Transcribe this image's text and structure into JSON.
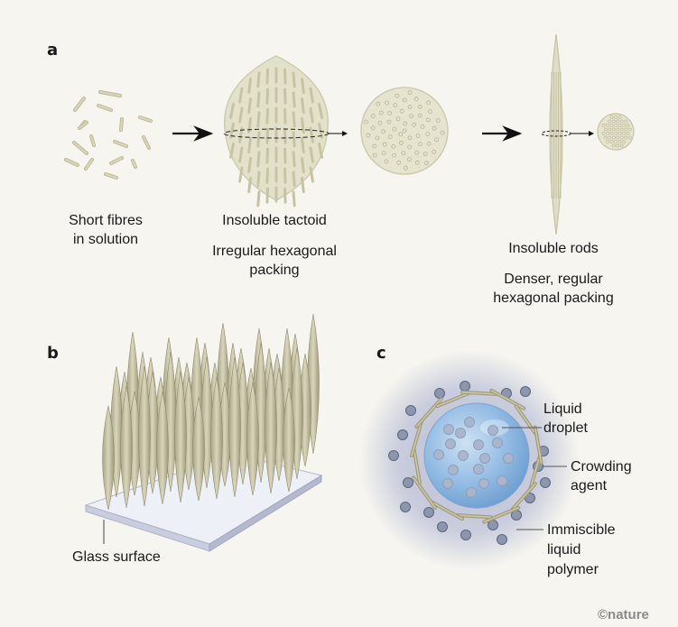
{
  "panels": {
    "a": "a",
    "b": "b",
    "c": "c"
  },
  "panel_a": {
    "stage1": {
      "line1": "Short fibres",
      "line2": "in solution"
    },
    "stage2": {
      "title": "Insoluble tactoid",
      "line1": "Irregular hexagonal",
      "line2": "packing"
    },
    "stage3": {
      "title": "Insoluble rods",
      "line1": "Denser, regular",
      "line2": "hexagonal packing"
    }
  },
  "panel_b": {
    "label": "Glass surface"
  },
  "panel_c": {
    "droplet": {
      "line1": "Liquid",
      "line2": "droplet"
    },
    "crowding": {
      "line1": "Crowding",
      "line2": "agent"
    },
    "polymer": {
      "line1": "Immiscible",
      "line2": "liquid",
      "line3": "polymer"
    }
  },
  "credit": "©nature",
  "colors": {
    "fibre": "#d8d4b8",
    "fibre_stroke": "#b9b494",
    "background": "#f6f5ef",
    "droplet": "#8fb8e0",
    "halo": "#c5c9da",
    "dot": "#8c96ad"
  }
}
